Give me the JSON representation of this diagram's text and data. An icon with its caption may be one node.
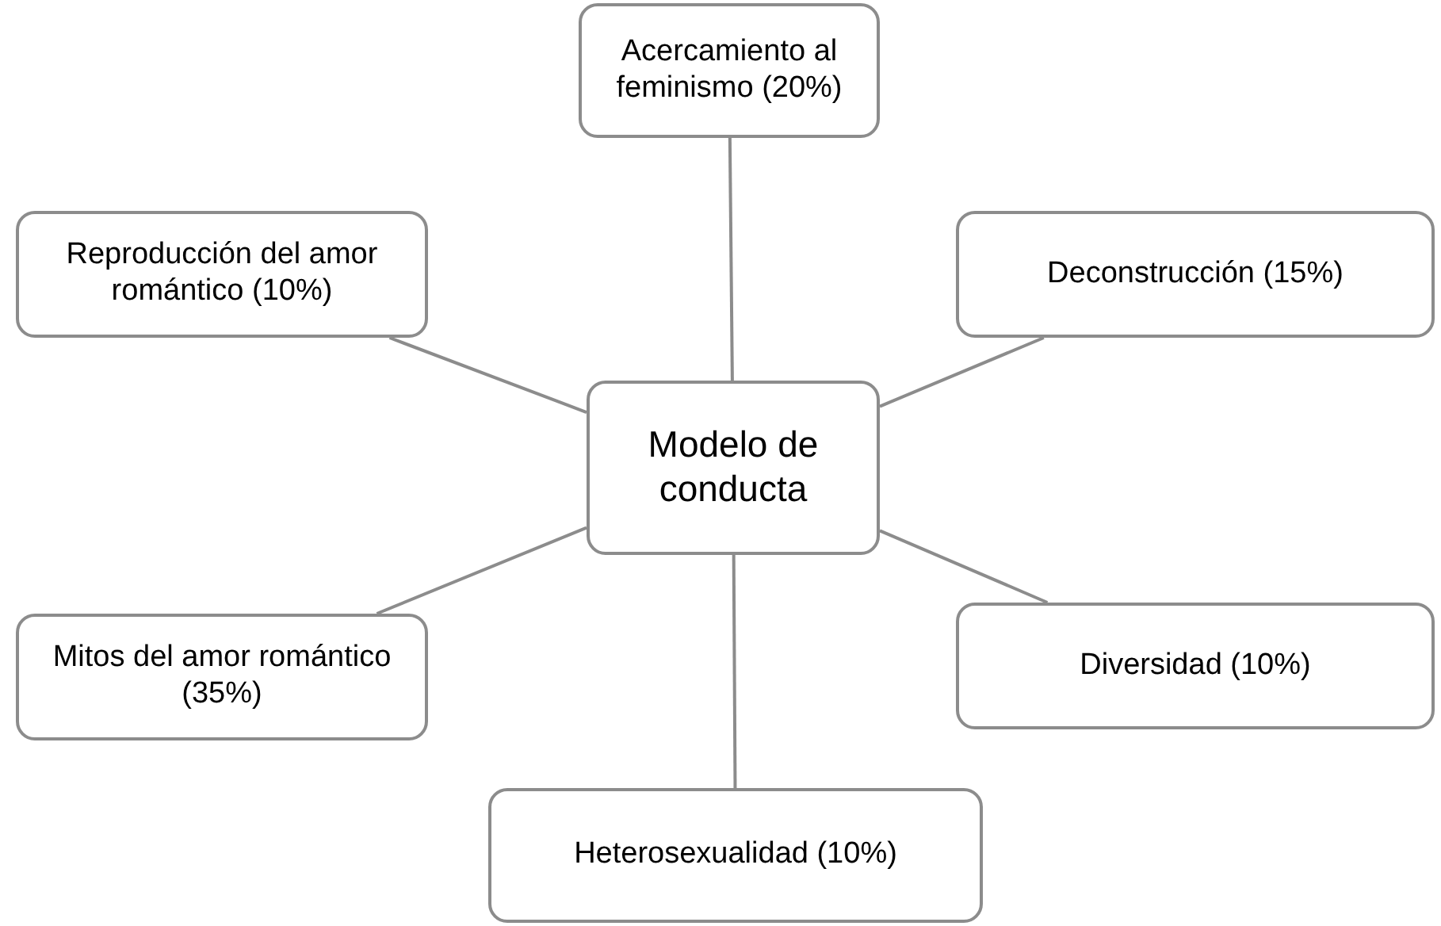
{
  "diagram": {
    "nodes": [
      {
        "text": [
          "Acercamiento al feminismo (20%)"
        ]
      },
      {
        "text": [
          "Reproducción del amor romántico (10%)"
        ]
      },
      {
        "text": [
          "Deconstrucción (15%)"
        ]
      },
      {
        "text": [
          "Modelo de conducta"
        ]
      },
      {
        "text": [
          "Mitos del amor romántico (35%)"
        ]
      },
      {
        "text": [
          "Diversidad (10%)"
        ]
      },
      {
        "text": [
          "Heterosexualidad (10%)"
        ]
      }
    ],
    "edges": [
      {
        "from": 3,
        "to": 0,
        "arrow": "none"
      },
      {
        "from": 3,
        "to": 1,
        "arrow": "none"
      },
      {
        "from": 3,
        "to": 2,
        "arrow": "none"
      },
      {
        "from": 3,
        "to": 4,
        "arrow": "none"
      },
      {
        "from": 3,
        "to": 5,
        "arrow": "none"
      },
      {
        "from": 3,
        "to": 6,
        "arrow": "none"
      }
    ]
  }
}
